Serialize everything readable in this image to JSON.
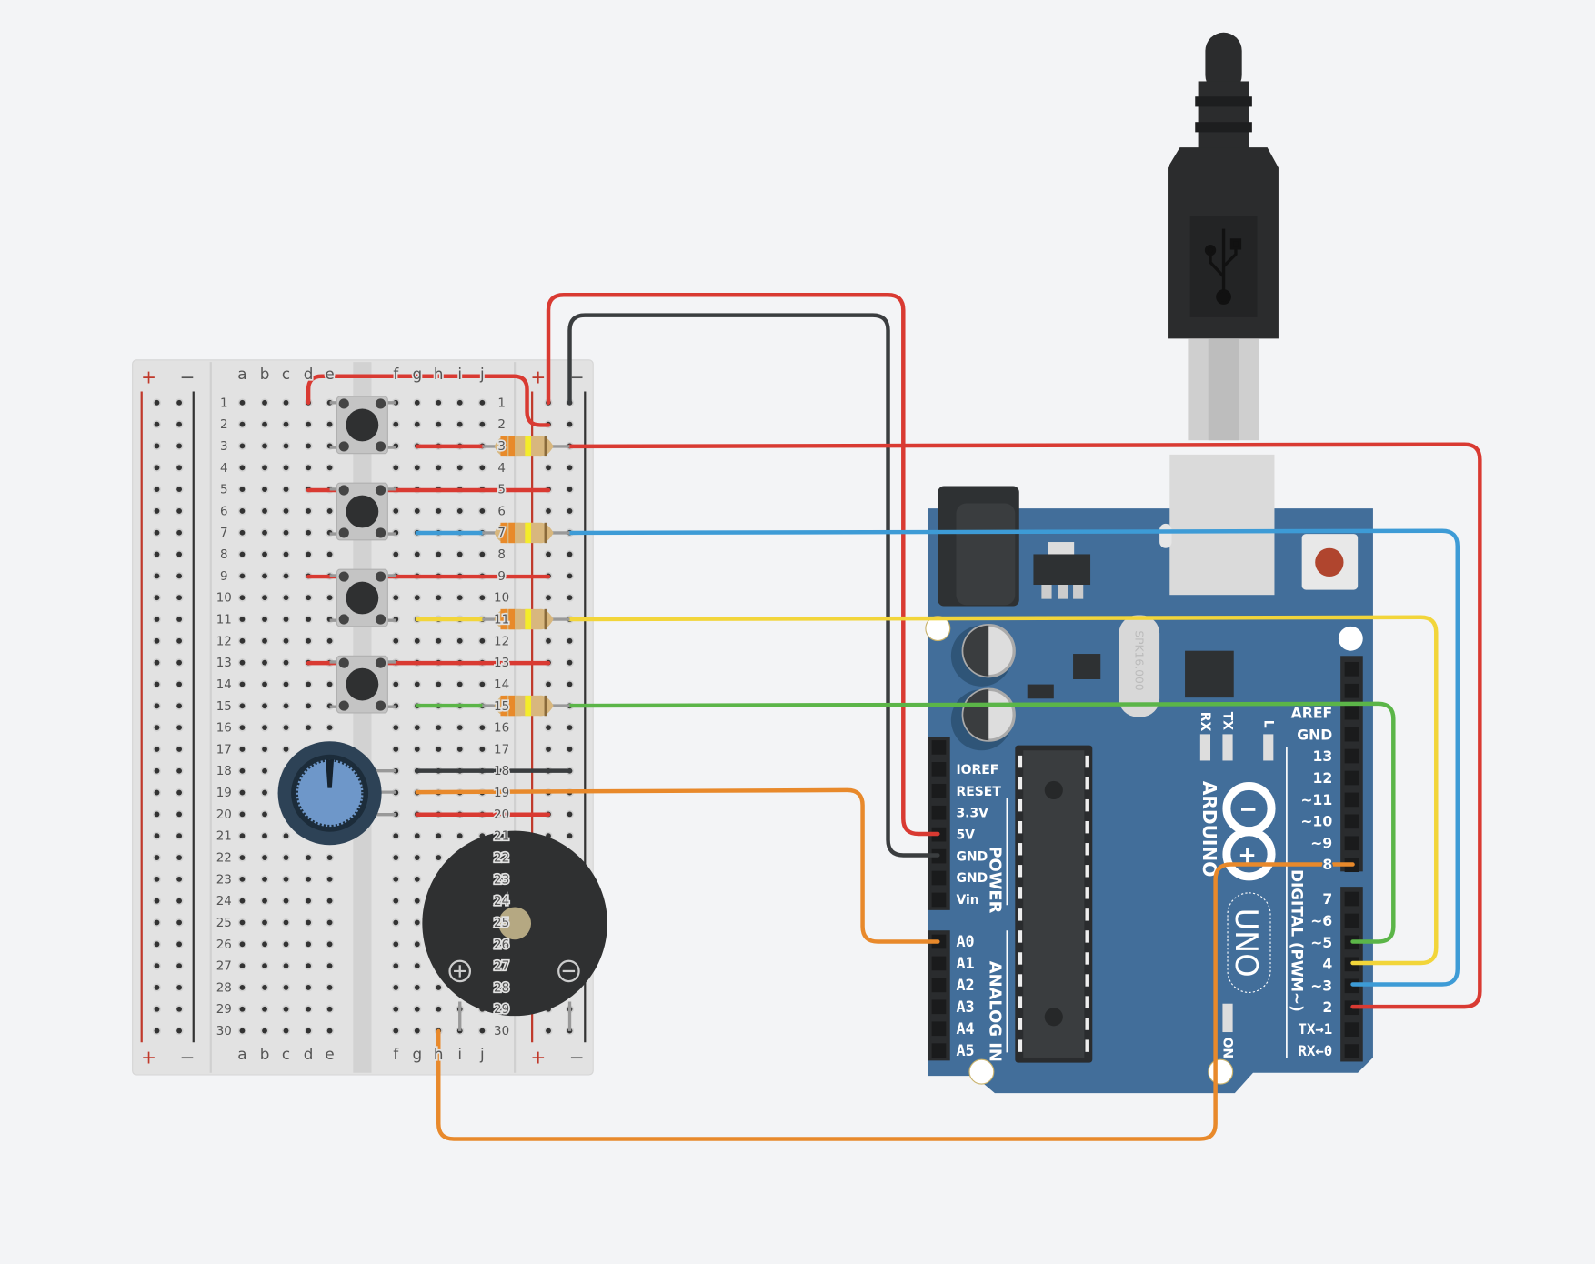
{
  "breadboard": {
    "columns_left": [
      "a",
      "b",
      "c",
      "d",
      "e"
    ],
    "columns_right": [
      "f",
      "g",
      "h",
      "i",
      "j"
    ],
    "rows": [
      "1",
      "2",
      "3",
      "4",
      "5",
      "6",
      "7",
      "8",
      "9",
      "10",
      "11",
      "12",
      "13",
      "14",
      "15",
      "16",
      "17",
      "18",
      "19",
      "20",
      "21",
      "22",
      "23",
      "24",
      "25",
      "26",
      "27",
      "28",
      "29",
      "30"
    ],
    "rail_plus": "+",
    "rail_minus": "−"
  },
  "arduino": {
    "brand": "ARDUINO",
    "model": "UNO",
    "power_section": "POWER",
    "analog_section": "ANALOG IN",
    "digital_section": "DIGITAL (PWM~)",
    "crystal_text": "SPK16.000",
    "led_labels": [
      "RX",
      "TX",
      "L"
    ],
    "on_label": "ON",
    "power_pins": [
      "IOREF",
      "RESET",
      "3.3V",
      "5V",
      "GND",
      "GND",
      "Vin"
    ],
    "analog_pins": [
      "A0",
      "A1",
      "A2",
      "A3",
      "A4",
      "A5"
    ],
    "digital_pins_top": [
      "AREF",
      "GND",
      "13",
      "12",
      "~11",
      "~10",
      "~9",
      "8"
    ],
    "digital_pins_bottom": [
      "7",
      "~6",
      "~5",
      "4",
      "~3",
      "2",
      "TX→1",
      "RX←0"
    ]
  },
  "colors": {
    "board": "#426e9a",
    "breadboard": "#e2e2e2",
    "wire_red": "#d93a32",
    "wire_black": "#3a3d3f",
    "wire_blue": "#3d9bd6",
    "wire_yellow": "#f2d53a",
    "wire_green": "#5bb548",
    "wire_orange": "#e8892b",
    "background": "#f3f4f6"
  }
}
